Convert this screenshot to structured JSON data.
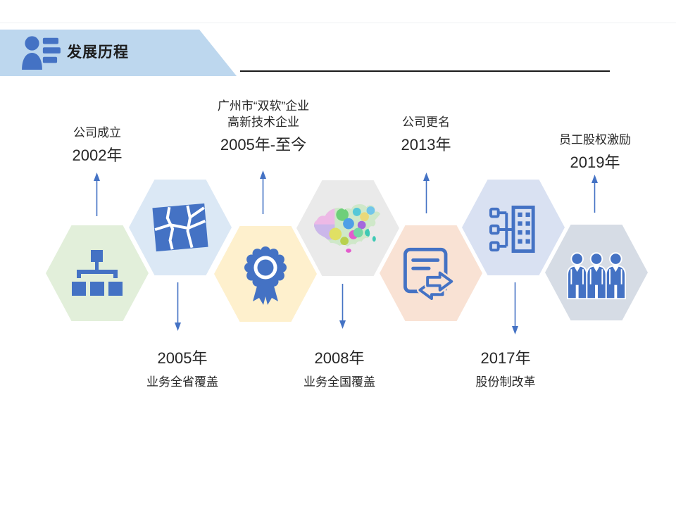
{
  "header": {
    "title": "发展历程",
    "icon": "person-list-icon"
  },
  "theme": {
    "accent": "#4472C4",
    "banner": "#BDD7EE",
    "text": "#262626",
    "divider": "#1a1a1a"
  },
  "timeline": {
    "milestones": [
      {
        "year": "2002年",
        "labels": [
          "公司成立"
        ],
        "callout": "top",
        "hex_color": "#E2EFDA",
        "icon": "org-chart-icon"
      },
      {
        "year": "2005年",
        "labels": [
          "业务全省覆盖"
        ],
        "callout": "bottom",
        "hex_color": "#DBE8F5",
        "icon": "map-icon"
      },
      {
        "year": "2005年-至今",
        "labels": [
          "广州市“双软”企业",
          "高新技术企业"
        ],
        "callout": "top",
        "hex_color": "#FEF0CD",
        "icon": "award-medal-icon"
      },
      {
        "year": "2008年",
        "labels": [
          "业务全国覆盖"
        ],
        "callout": "bottom",
        "hex_color": "#EAEAEA",
        "icon": "china-map"
      },
      {
        "year": "2013年",
        "labels": [
          "公司更名"
        ],
        "callout": "top",
        "hex_color": "#F9E2D4",
        "icon": "document-exchange-icon"
      },
      {
        "year": "2017年",
        "labels": [
          "股份制改革"
        ],
        "callout": "bottom",
        "hex_color": "#D9E1F2",
        "icon": "building-network-icon"
      },
      {
        "year": "2019年",
        "labels": [
          "员工股权激励"
        ],
        "callout": "top",
        "hex_color": "#D6DCE5",
        "icon": "team-icon"
      }
    ]
  }
}
